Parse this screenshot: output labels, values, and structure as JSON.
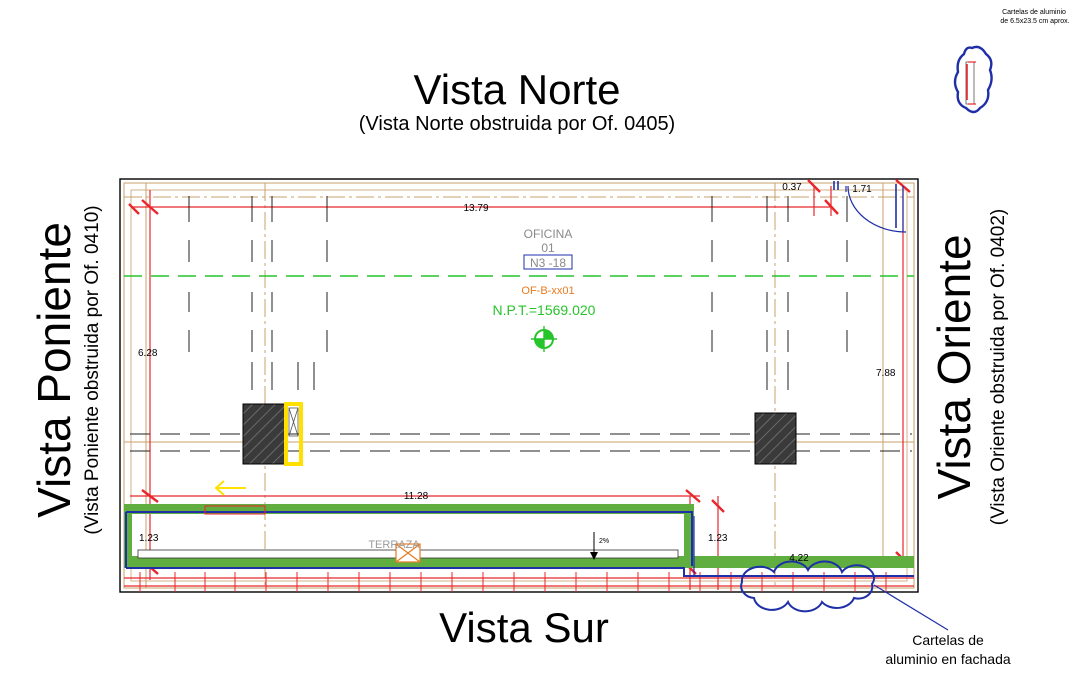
{
  "views": {
    "north": {
      "title": "Vista Norte",
      "subtitle": "(Vista Norte obstruida por Of. 0405)"
    },
    "south": {
      "title": "Vista Sur"
    },
    "west": {
      "title": "Vista Poniente",
      "subtitle": "(Vista Poniente obstruida por Of. 0410)"
    },
    "east": {
      "title": "Vista Oriente",
      "subtitle": "(Vista Oriente obstruida por Of. 0402)"
    }
  },
  "room": {
    "name": "OFICINA",
    "number": "01",
    "level_tag": "N3 -18",
    "code": "OF-B-xx01",
    "floor_level": "N.P.T.=1569.020",
    "terrace_label": "TERRAZA",
    "slope_label": "2%"
  },
  "dimensions": {
    "top_length": "13.79",
    "top_right_a": "0.37",
    "top_right_b": "1.71",
    "left_height": "6.28",
    "right_height": "7.88",
    "terrace_length": "11.28",
    "terrace_left": "1.23",
    "terrace_right": "1.23",
    "bottom_right": "4.22"
  },
  "notes": {
    "cartelas_detail": "Cartelas de aluminio de 6.5x23.5 cm aprox.",
    "cartelas_fachada_line1": "Cartelas de",
    "cartelas_fachada_line2": "aluminio en fachada"
  },
  "colors": {
    "wall_red": "#e8262b",
    "column_hatch": "#3a3a3a",
    "axis_tan": "#c9a06a",
    "room_tag": "#8a8a8a",
    "code_orange": "#e87a1f",
    "level_green": "#27c42c",
    "terrace_green": "#5fae3f",
    "facade_blue": "#1f2fa8",
    "annotation_yellow": "#ffe000"
  }
}
